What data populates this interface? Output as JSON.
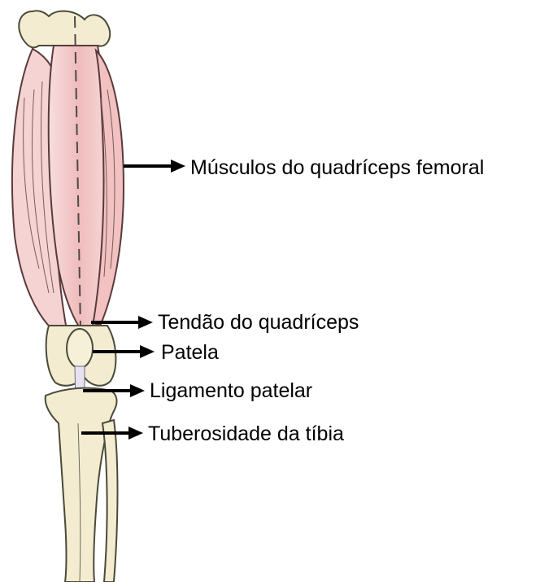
{
  "diagram": {
    "labels": {
      "quadriceps_muscles": "Músculos do quadríceps femoral",
      "quadriceps_tendon": "Tendão do quadríceps",
      "patella": "Patela",
      "patellar_ligament": "Ligamento patelar",
      "tibial_tuberosity": "Tuberosidade da tíbia"
    },
    "colors": {
      "muscle_fill": "#f2c6c6",
      "muscle_line": "#5a3a3a",
      "bone_fill": "#f3ecd0",
      "bone_line": "#4a4a3a",
      "arrow": "#000000"
    }
  }
}
